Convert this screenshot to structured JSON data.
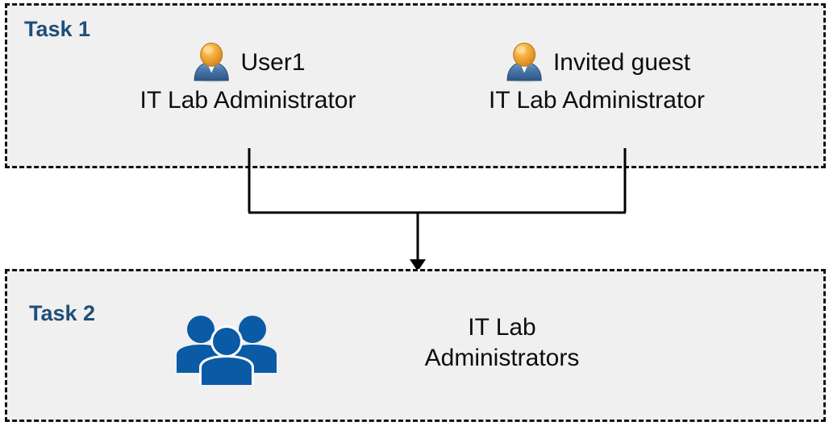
{
  "diagram": {
    "title": "Task 1 / Task 2 role assignment flow",
    "background_color": "#FFFFFF",
    "box_fill_color": "#F0F0F0",
    "box_border_color": "#111111",
    "accent_color": "#1F4E79",
    "group_icon_color": "#0B5AA6",
    "connector_color": "#000000"
  },
  "task1": {
    "label": "Task 1",
    "people": [
      {
        "icon": "user-avatar-icon",
        "name": "User1",
        "role": "IT Lab Administrator"
      },
      {
        "icon": "user-avatar-icon",
        "name": "Invited guest",
        "role": "IT Lab Administrator"
      }
    ]
  },
  "task2": {
    "label": "Task 2",
    "group": {
      "icon": "people-group-icon",
      "name_line1": "IT Lab",
      "name_line2": "Administrators"
    }
  },
  "connector": {
    "type": "merge-arrow",
    "from": [
      "User1",
      "Invited guest"
    ],
    "to": "IT Lab Administrators",
    "arrowhead": "down-arrow"
  }
}
